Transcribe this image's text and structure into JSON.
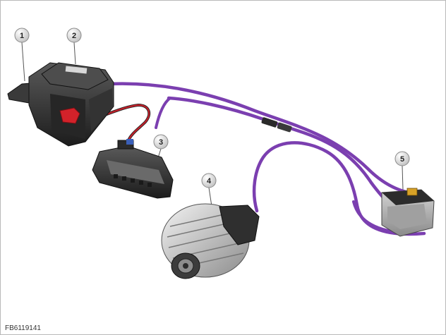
{
  "figure": {
    "code": "FB6119141",
    "colors": {
      "cable": "#7b3fb0",
      "cable_highlight": "#a071d0",
      "fuse_red": "#d3222a",
      "housing_dark": "#2c2c2c",
      "housing_light": "#b9b9b9"
    }
  },
  "callouts": [
    {
      "number": "1",
      "part": "bracket"
    },
    {
      "number": "2",
      "part": "battery-housing"
    },
    {
      "number": "3",
      "part": "power-distribution-box"
    },
    {
      "number": "4",
      "part": "alternator"
    },
    {
      "number": "5",
      "part": "control-unit"
    }
  ]
}
